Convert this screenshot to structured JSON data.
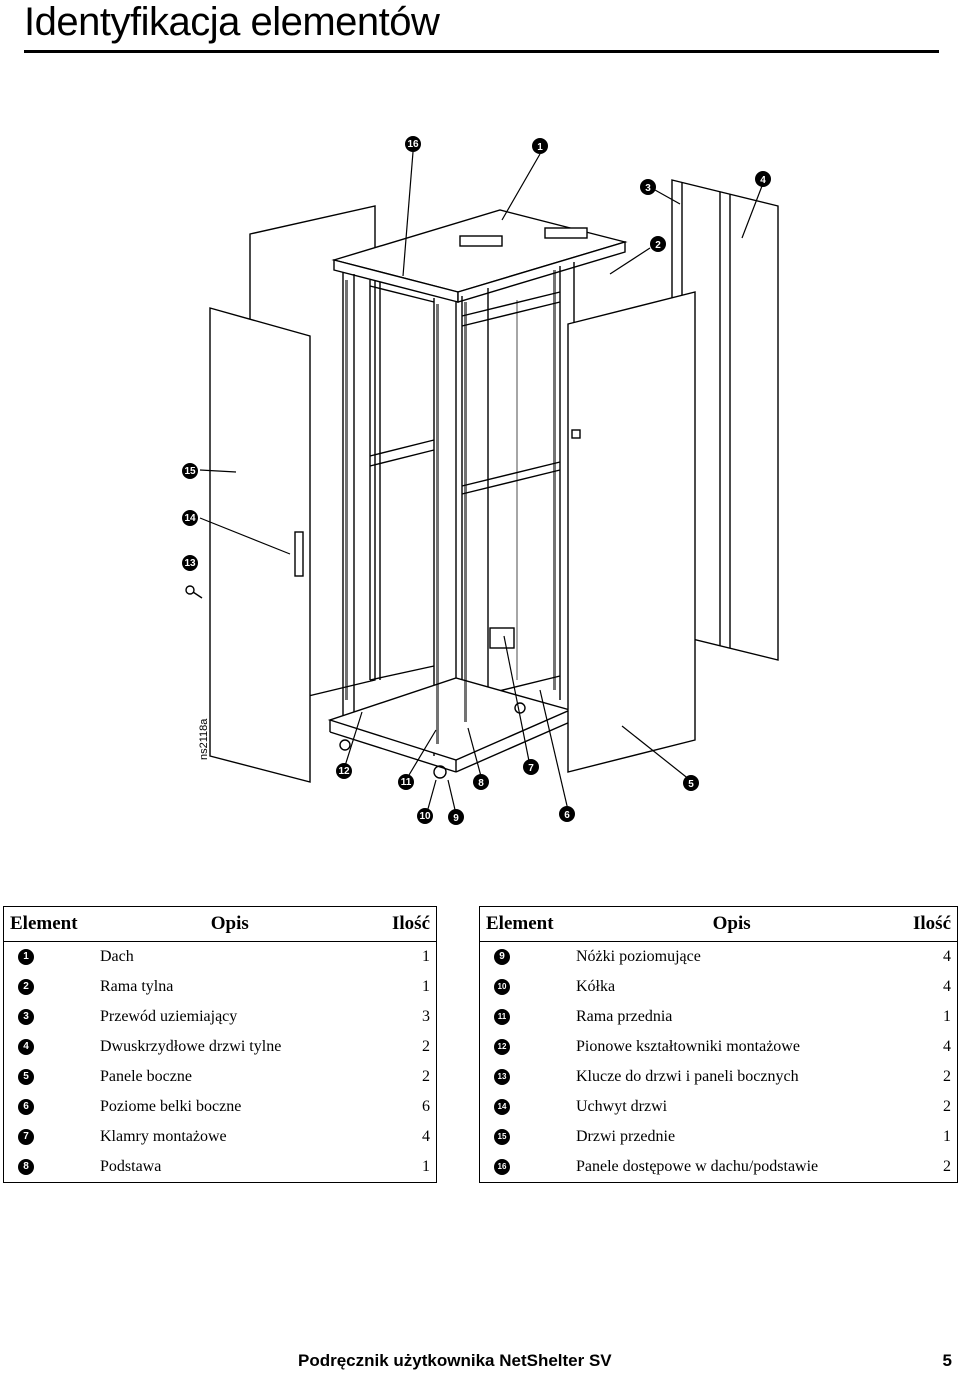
{
  "page": {
    "title": "Identyfikacja elementów",
    "footer": "Podręcznik użytkownika NetShelter SV",
    "page_number": "5"
  },
  "figure": {
    "code": "ns2118a",
    "callouts": [
      "1",
      "2",
      "3",
      "4",
      "5",
      "6",
      "7",
      "8",
      "9",
      "10",
      "11",
      "12",
      "13",
      "14",
      "15",
      "16"
    ]
  },
  "table": {
    "headers": {
      "element": "Element",
      "opis": "Opis",
      "ilosc": "Ilość"
    },
    "left_rows": [
      {
        "num": "1",
        "desc": "Dach",
        "qty": "1"
      },
      {
        "num": "2",
        "desc": "Rama tylna",
        "qty": "1"
      },
      {
        "num": "3",
        "desc": "Przewód uziemiający",
        "qty": "3"
      },
      {
        "num": "4",
        "desc": "Dwuskrzydłowe drzwi tylne",
        "qty": "2"
      },
      {
        "num": "5",
        "desc": "Panele boczne",
        "qty": "2"
      },
      {
        "num": "6",
        "desc": "Poziome belki boczne",
        "qty": "6"
      },
      {
        "num": "7",
        "desc": "Klamry montażowe",
        "qty": "4"
      },
      {
        "num": "8",
        "desc": "Podstawa",
        "qty": "1"
      }
    ],
    "right_rows": [
      {
        "num": "9",
        "desc": "Nóżki poziomujące",
        "qty": "4"
      },
      {
        "num": "10",
        "desc": "Kółka",
        "qty": "4"
      },
      {
        "num": "11",
        "desc": "Rama przednia",
        "qty": "1"
      },
      {
        "num": "12",
        "desc": "Pionowe kształtowniki montażowe",
        "qty": "4"
      },
      {
        "num": "13",
        "desc": "Klucze do drzwi i paneli bocznych",
        "qty": "2"
      },
      {
        "num": "14",
        "desc": "Uchwyt drzwi",
        "qty": "2"
      },
      {
        "num": "15",
        "desc": "Drzwi przednie",
        "qty": "1"
      },
      {
        "num": "16",
        "desc": "Panele dostępowe w dachu/podstawie",
        "qty": "2"
      }
    ]
  }
}
